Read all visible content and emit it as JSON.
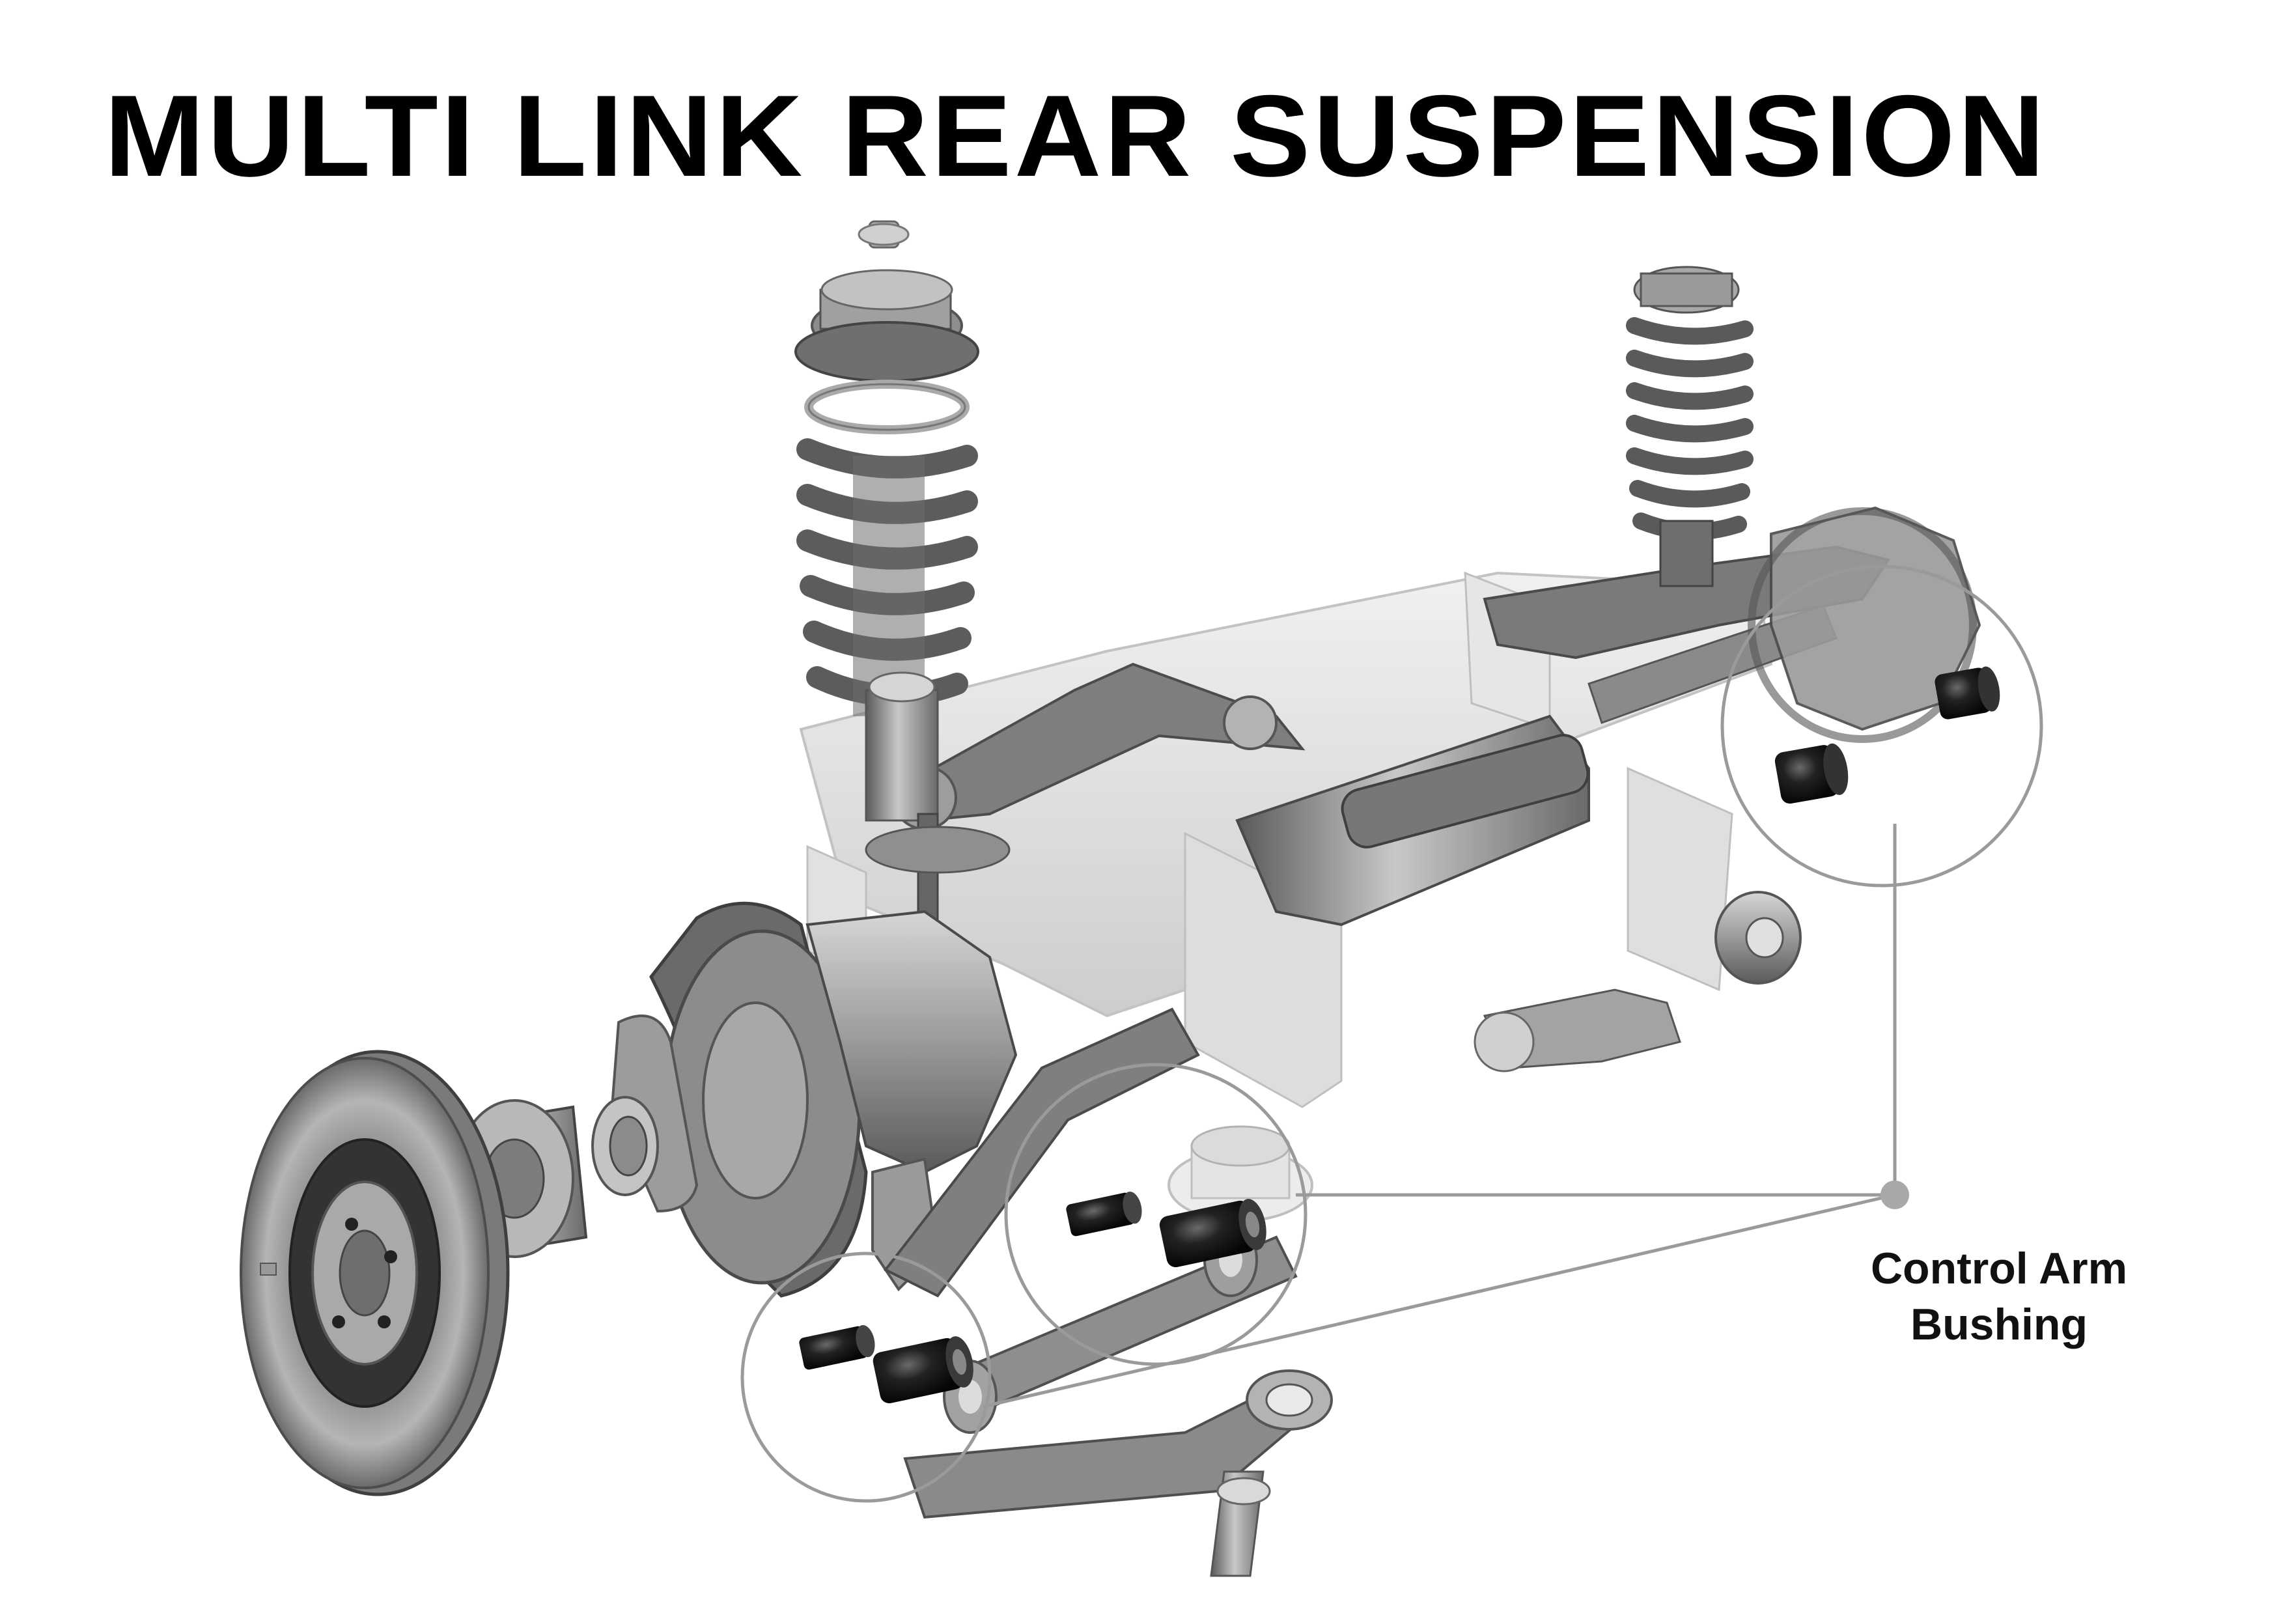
{
  "title": "MULTI LINK REAR SUSPENSION",
  "callout": {
    "line1": "Control Arm",
    "line2": "Bushing"
  },
  "colors": {
    "title": "#000000",
    "callout_text": "#111111",
    "leader_line": "#9a9a9a",
    "metal_light": "#c9c9c9",
    "metal_mid": "#8c8c8c",
    "metal_dark": "#4a4a4a",
    "subframe_ghost": "#d9d9d9",
    "bushing_black": "#121212",
    "rotor": "#6f6f6f"
  },
  "icons": [
    "rear-suspension-illustration",
    "control-arm-bushing-icon",
    "coil-spring-icon",
    "brake-rotor-icon"
  ]
}
